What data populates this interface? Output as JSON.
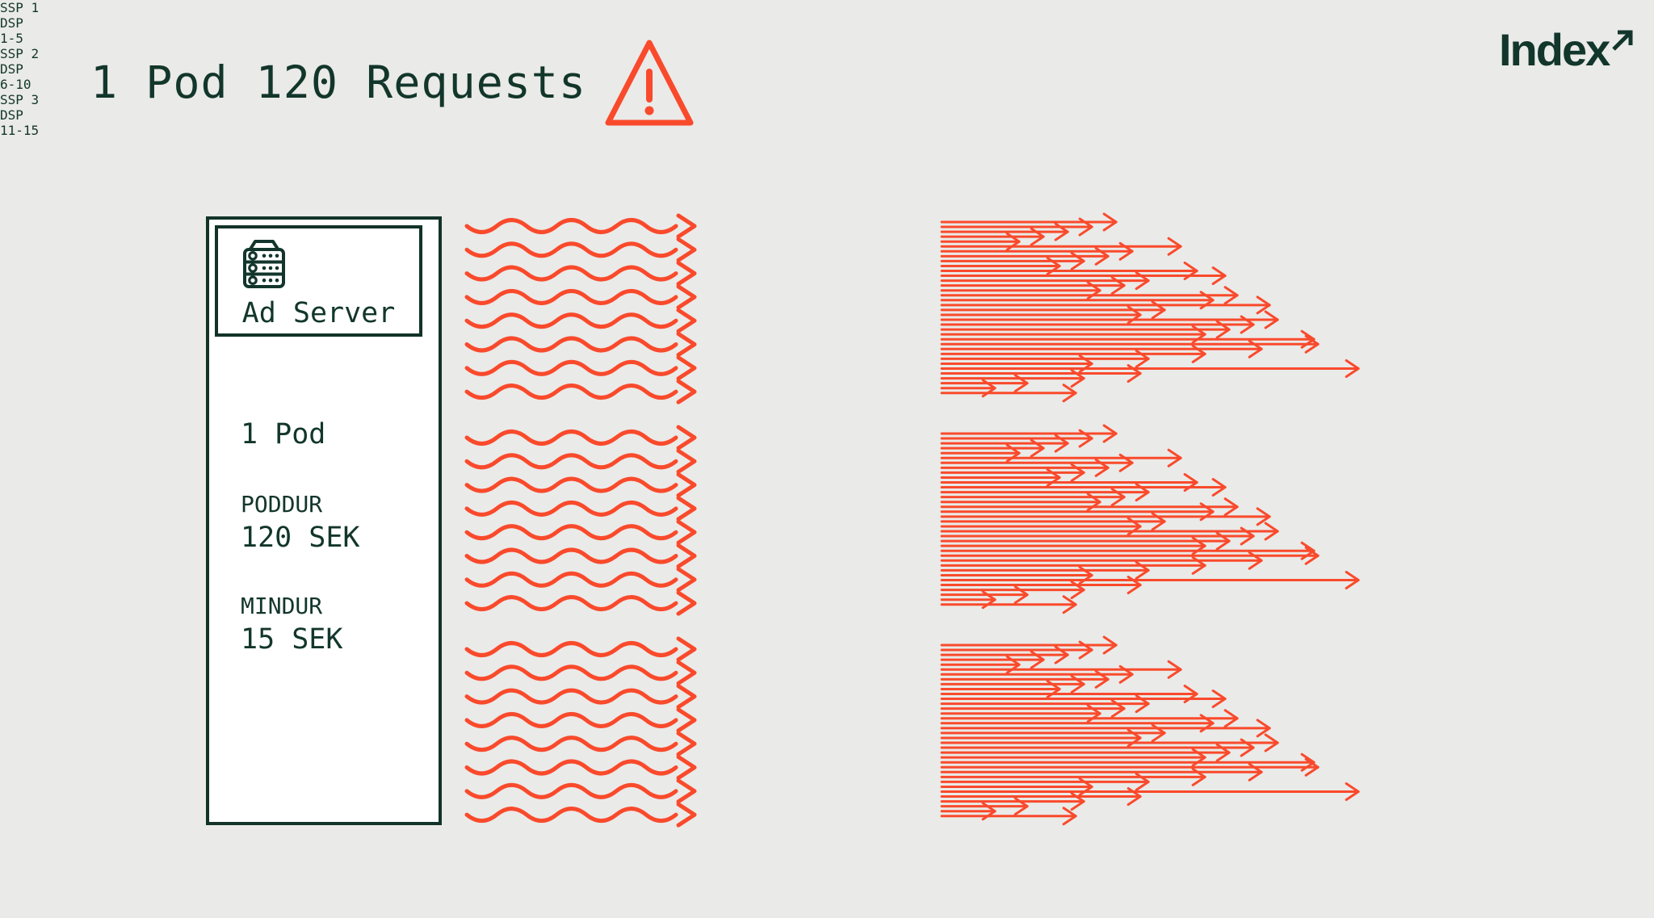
{
  "header": {
    "title": "1 Pod 120 Requests"
  },
  "logo": {
    "text": "Index"
  },
  "colors": {
    "background": "#EAEAE8",
    "ink": "#12362B",
    "border": "#123329",
    "accent": "#F94A2C",
    "box_fill": "#FFFFFF"
  },
  "ad_server": {
    "label": "Ad Server",
    "pod_label": "1 Pod",
    "poddur_label": "PODDUR",
    "poddur_value": "120 SEK",
    "mindur_label": "MINDUR",
    "mindur_value": "15 SEK"
  },
  "groups": [
    {
      "ssp_label": "SSP 1",
      "dsp_line1": "DSP",
      "dsp_line2": "1-5"
    },
    {
      "ssp_label": "SSP 2",
      "dsp_line1": "DSP",
      "dsp_line2": "6-10"
    },
    {
      "ssp_label": "SSP 3",
      "dsp_line1": "DSP",
      "dsp_line2": "11-15"
    }
  ],
  "flow": {
    "wavy_arrows_per_ssp": 8,
    "fan_arrows_per_ssp": 36,
    "dsp_cards_per_group": 5
  }
}
